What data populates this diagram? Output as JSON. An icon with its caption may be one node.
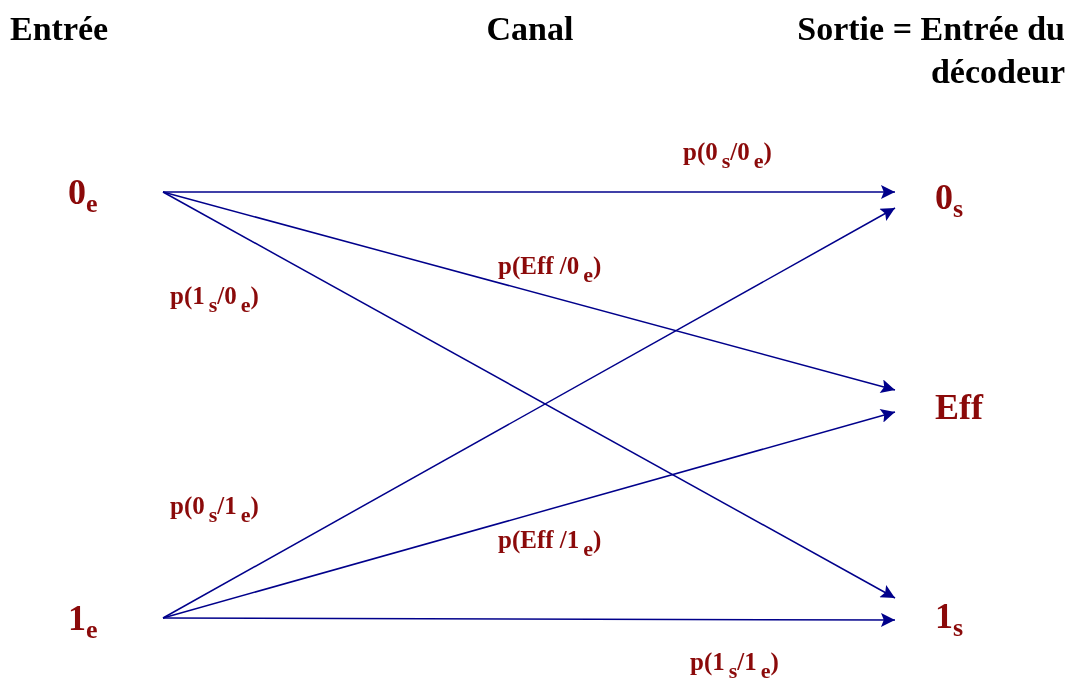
{
  "diagram": {
    "nodes": [
      {
        "text": [
          "0$_{e}$"
        ]
      },
      {
        "text": [
          "1$_{e}$"
        ]
      },
      {
        "text": [
          "0$_{s}$"
        ]
      },
      {
        "text": [
          "Eff"
        ]
      },
      {
        "text": [
          "1$_{s}$"
        ]
      }
    ],
    "edges": [
      {
        "from": 0,
        "to": 2,
        "arrow": "to",
        "label": "p(0$_{s}$/0$_{e}$)"
      },
      {
        "from": 0,
        "to": 3,
        "arrow": "to",
        "label": "p(Eff /0$_{e}$)"
      },
      {
        "from": 0,
        "to": 4,
        "arrow": "to",
        "label": "p(1$_{s}$/0$_{e}$)"
      },
      {
        "from": 1,
        "to": 2,
        "arrow": "to",
        "label": "p(0$_{s}$/1$_{e}$)"
      },
      {
        "from": 1,
        "to": 3,
        "arrow": "to",
        "label": "p(Eff /1$_{e}$)"
      },
      {
        "from": 1,
        "to": 4,
        "arrow": "to",
        "label": "p(1$_{s}$/1$_{e}$)"
      }
    ],
    "labels": [
      "Entrée",
      "Canal",
      "Sortie = Entrée du décodeur"
    ]
  }
}
